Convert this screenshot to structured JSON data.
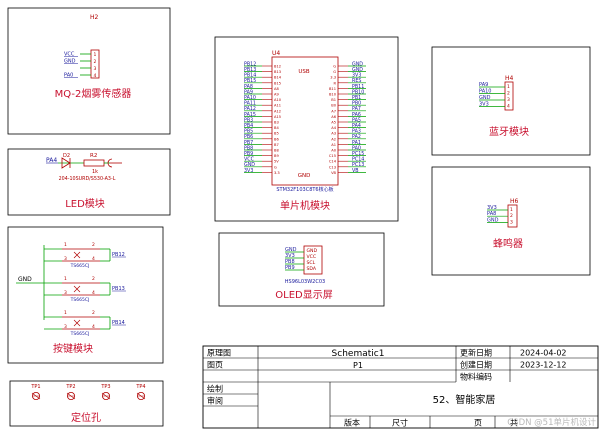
{
  "colors": {
    "frame": "#000000",
    "title_red": "#c8102e",
    "component": "#b00000",
    "wire": "#00a000",
    "net_label": "#1a1a9c",
    "pin_text": "#b00000"
  },
  "modules": {
    "mq2": {
      "title": "MQ-2烟雾传感器",
      "designator": "H2",
      "pins": [
        "1",
        "2",
        "3",
        "4"
      ],
      "nets": [
        "VCC",
        "GND",
        "",
        "PA0"
      ]
    },
    "led": {
      "title": "LED模块",
      "net": "PA4",
      "r_designator": "R2",
      "r_value": "1k",
      "d_designator": "D2",
      "part": "204-10SURD/S530-A3-L"
    },
    "keys": {
      "title": "按键模块",
      "gnd": "GND",
      "part": "TS665CJ",
      "nets": [
        "PB12",
        "PB13",
        "PB14"
      ],
      "pin_a": "1",
      "pin_b": "2",
      "pin_c": "3",
      "pin_d": "4"
    },
    "locate": {
      "title": "定位孔",
      "holes": [
        "TP1",
        "TP2",
        "TP3",
        "TP4"
      ]
    },
    "mcu": {
      "title": "单片机模块",
      "designator": "U4",
      "usb": "USB",
      "gnd_label": "GND",
      "part": "STM32F103C8T6核心板",
      "left_nets": [
        "PB12",
        "PB13",
        "PB14",
        "PB15",
        "PA8",
        "PA9",
        "PA10",
        "PA11",
        "PA12",
        "PA15",
        "PB3",
        "PB4",
        "PB5",
        "PB6",
        "PB7",
        "PB8",
        "PB9",
        "VCC",
        "GND",
        "3V3"
      ],
      "left_pins": [
        "B12",
        "B13",
        "B14",
        "B15",
        "A8",
        "A9",
        "A10",
        "A11",
        "A12",
        "A15",
        "B3",
        "B4",
        "B5",
        "B6",
        "B7",
        "B8",
        "B9",
        "5V",
        "G",
        "3.3"
      ],
      "right_nets": [
        "GND",
        "GND",
        "3V3",
        "RES",
        "PB11",
        "PB10",
        "PB1",
        "PB0",
        "PA7",
        "PA6",
        "PA5",
        "PA4",
        "PA3",
        "PA2",
        "PA1",
        "PA0",
        "PC15",
        "PC14",
        "PC13",
        "VB"
      ],
      "right_pins": [
        "G",
        "G",
        "3.3",
        "R",
        "B11",
        "B10",
        "B1",
        "B0",
        "A7",
        "A6",
        "A5",
        "A4",
        "A3",
        "A2",
        "A1",
        "A0",
        "C15",
        "C14",
        "C13",
        "VB"
      ]
    },
    "oled": {
      "title": "OLED显示屏",
      "nets": [
        "GND",
        "3V3",
        "PB8",
        "PB9"
      ],
      "pins": [
        "GND",
        "VCC",
        "SCL",
        "SDA"
      ],
      "part": "HS96L03W2C03"
    },
    "bluetooth": {
      "title": "蓝牙模块",
      "designator": "H4",
      "pins": [
        "1",
        "2",
        "3",
        "4"
      ],
      "nets": [
        "PA9",
        "PA10",
        "GND",
        "3V3"
      ]
    },
    "buzzer": {
      "title": "蜂鸣器",
      "designator": "H6",
      "pins": [
        "1",
        "2",
        "3"
      ],
      "nets": [
        "3V3",
        "PA8",
        "GND"
      ]
    }
  },
  "title_block": {
    "r1_label": "原理图",
    "r1_value": "Schematic1",
    "update_label": "更新日期",
    "update_value": "2024-04-02",
    "r2_label": "图页",
    "r2_value": "P1",
    "create_label": "创建日期",
    "create_value": "2023-12-12",
    "material_label": "物料编码",
    "draw_label": "绘制",
    "review_label": "审阅",
    "project": "52、智能家居",
    "version_label": "版本",
    "size_label": "尺寸",
    "page_label": "页",
    "of_label": "共",
    "watermark": "CSDN @51单片机设计"
  }
}
